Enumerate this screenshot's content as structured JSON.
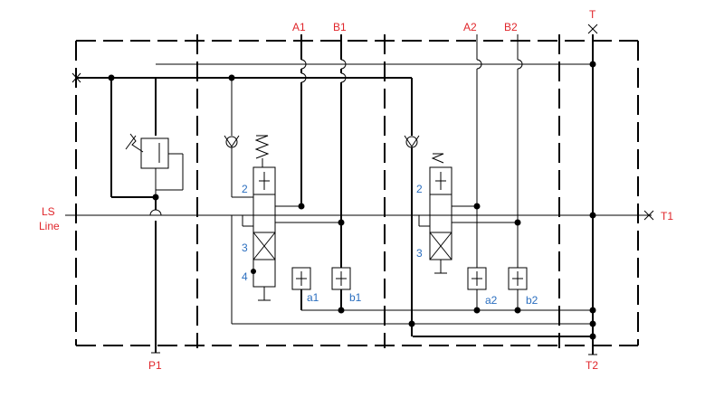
{
  "ports": {
    "a1_top": "A1",
    "b1_top": "B1",
    "a2_top": "A2",
    "b2_top": "B2",
    "t_top": "T",
    "ls_line_1": "LS",
    "ls_line_2": "Line",
    "t1": "T1",
    "p1": "P1",
    "t2": "T2",
    "a1_gauge": "a1",
    "b1_gauge": "b1",
    "a2_gauge": "a2",
    "b2_gauge": "b2"
  },
  "numbers": {
    "s1_2": "2",
    "s1_3": "3",
    "s1_4": "4",
    "s2_2": "2",
    "s2_3": "3"
  },
  "colors": {
    "port_label": "#e0262b",
    "number_label": "#2a6ebf",
    "line": "#000000"
  }
}
